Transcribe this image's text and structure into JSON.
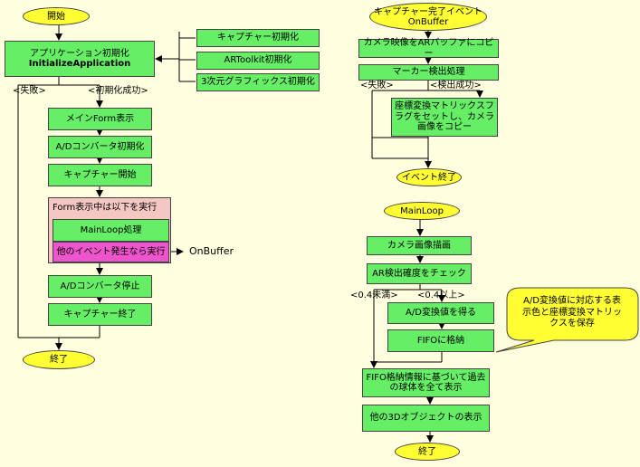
{
  "left": {
    "start": "開始",
    "init_app": "アプリケーション初期化",
    "init_app_en": "InitializeApplication",
    "sub": [
      "キャプチャー初期化",
      "ARToolkit初期化",
      "3次元グラフィックス初期化"
    ],
    "fail": "<失敗>",
    "success": "<初期化成功>",
    "steps": [
      "メインForm表示",
      "A/Dコンバータ初期化",
      "キャプチャー開始"
    ],
    "form_loop": "Form表示中は以下を実行",
    "mainloop": "MainLoop処理",
    "other_events": "他のイベント発生なら実行",
    "onbuffer_ref": "OnBuffer",
    "after": [
      "A/Dコンバータ停止",
      "キャプチャー終了"
    ],
    "end": "終了"
  },
  "right_top": {
    "title": "キャプチャー完了イベント",
    "title_en": "OnBuffer",
    "copy": "カメラ映像をARバッファにコピー",
    "detect": "マーカー検出処理",
    "fail": "<失敗>",
    "success": "<検出成功>",
    "flag": "座標変換マトリックスフラグをセットし、カメラ画像をコピー",
    "end": "イベント終了"
  },
  "right_bottom": {
    "title": "MainLoop",
    "draw": "カメラ画像描画",
    "check": "AR検出確度をチェック",
    "lt": "<0.4未満>",
    "ge": "<0.4以上>",
    "ad": "A/D変換値を得る",
    "fifo": "FIFOに格納",
    "note": "A/D変換値に対応する表示色と座標変換マトリックスを保存",
    "fifo_show": "FIFO格納情報に基づいて過去の球体を全て表示",
    "other3d": "他の3Dオブジェクトの表示",
    "end": "終了"
  }
}
